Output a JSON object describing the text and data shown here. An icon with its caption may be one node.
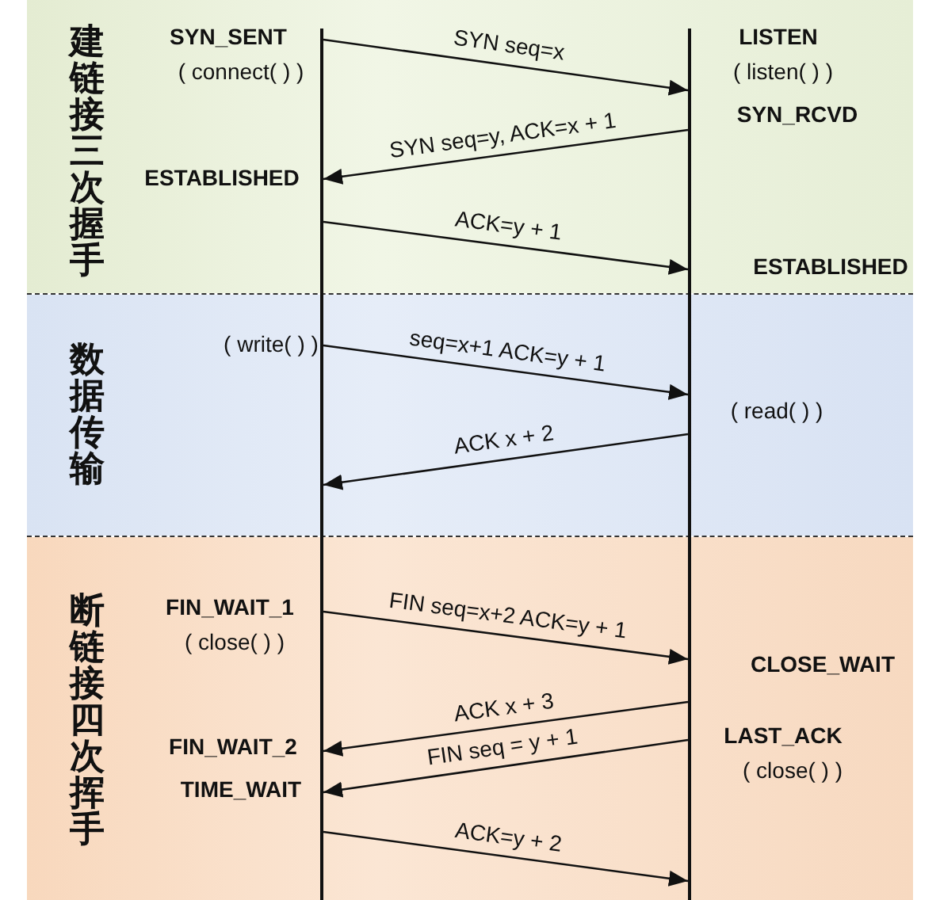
{
  "diagram": {
    "nodes": [
      {
        "text": [],
        "shape": "bar"
      },
      {
        "text": [],
        "shape": "bar"
      }
    ],
    "edges": [
      {
        "from": 0,
        "to": 1,
        "arrow": "to",
        "label": "SYN seq=x"
      },
      {
        "from": 1,
        "to": 0,
        "arrow": "to",
        "label": "SYN seq=y, ACK=x + 1"
      },
      {
        "from": 0,
        "to": 1,
        "arrow": "to",
        "label": "ACK=y + 1"
      },
      {
        "from": 0,
        "to": 1,
        "arrow": "to",
        "label": "seq=x+1 ACK=y + 1"
      },
      {
        "from": 1,
        "to": 0,
        "arrow": "to",
        "label": "ACK x + 2"
      },
      {
        "from": 0,
        "to": 1,
        "arrow": "to",
        "label": "FIN seq=x+2 ACK=y + 1"
      },
      {
        "from": 1,
        "to": 0,
        "arrow": "to",
        "label": "ACK x + 3"
      },
      {
        "from": 1,
        "to": 0,
        "arrow": "to",
        "label": "FIN seq = y + 1"
      },
      {
        "from": 0,
        "to": 1,
        "arrow": "to",
        "label": "ACK=y + 2"
      }
    ],
    "labels": [
      "建链接三次握手",
      "SYN_SENT",
      "LISTEN",
      "( connect( ) )",
      "( listen( ) )",
      "SYN_RCVD",
      "ESTABLISHED",
      "ESTABLISHED",
      "数据传输",
      "( write( ) )",
      "( read( ) )",
      "断链接四次挥手",
      "FIN_WAIT_1",
      "( close( ) )",
      "CLOSE_WAIT",
      "FIN_WAIT_2",
      "LAST_ACK",
      "( close( ) )",
      "TIME_WAIT"
    ]
  }
}
